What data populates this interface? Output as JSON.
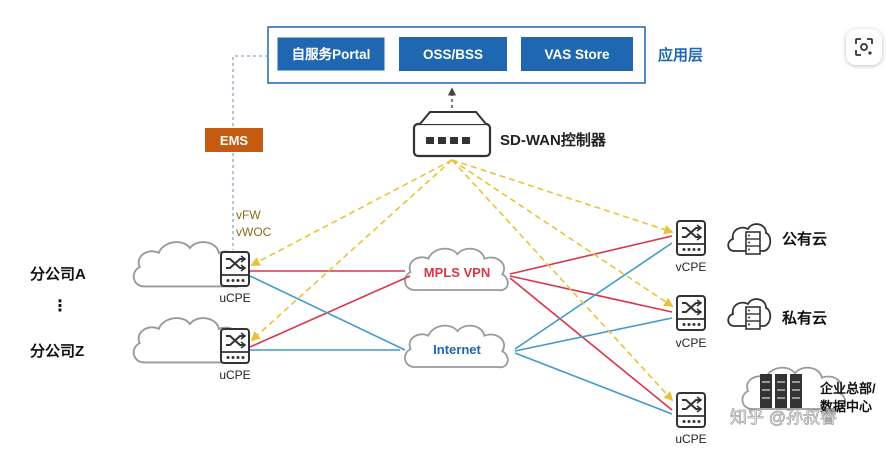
{
  "app_layer": {
    "buttons": [
      "自服务Portal",
      "OSS/BSS",
      "VAS Store"
    ],
    "label": "应用层"
  },
  "controller": {
    "label": "SD-WAN控制器"
  },
  "ems": {
    "label": "EMS"
  },
  "vnf": {
    "line1": "vFW",
    "line2": "vWOC"
  },
  "branches": {
    "a": "分公司A",
    "z": "分公司Z",
    "ellipsis": "⋮",
    "device_label": "uCPE"
  },
  "networks": {
    "mpls": "MPLS VPN",
    "internet": "Internet"
  },
  "destinations": {
    "public": {
      "device": "vCPE",
      "label": "公有云"
    },
    "private": {
      "device": "vCPE",
      "label": "私有云"
    },
    "hq": {
      "device": "uCPE",
      "label_line1": "企业总部/",
      "label_line2": "数据中心"
    }
  },
  "watermark": "知乎 @孙叔睿",
  "colors": {
    "box_blue": "#1f67b1",
    "ems_orange": "#c55a11",
    "mpls_red": "#d9364a",
    "internet_blue": "#3f9bc9",
    "control_yellow": "#e8c33a"
  }
}
